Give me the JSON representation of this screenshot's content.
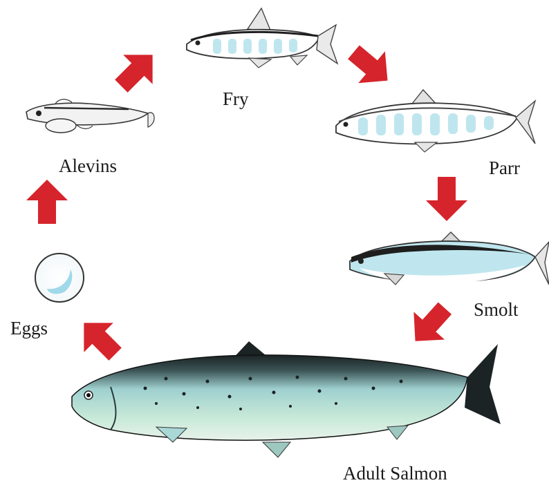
{
  "stages": {
    "fry": "Fry",
    "alevins": "Alevins",
    "parr": "Parr",
    "smolt": "Smolt",
    "eggs": "Eggs",
    "adult": "Adult Salmon"
  },
  "colors": {
    "arrow": "#d6242c",
    "juvenile_band": "#bfe6ee",
    "adult_body": "#a9d8d6",
    "adult_back": "#1b2324",
    "outline": "#222222"
  },
  "icons": [
    "eggs-icon",
    "alevin-icon",
    "fry-icon",
    "parr-icon",
    "smolt-icon",
    "adult-salmon-icon",
    "cycle-arrow"
  ]
}
